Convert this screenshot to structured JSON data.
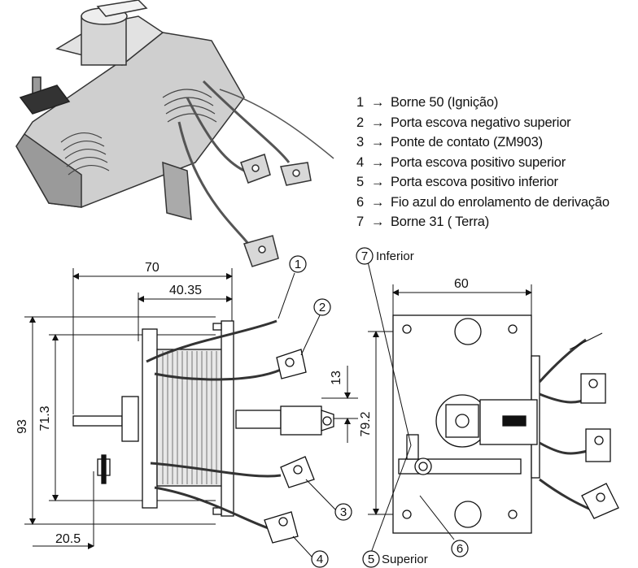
{
  "legend": [
    {
      "num": "1",
      "arrow": "→",
      "text": "Borne 50 (Ignição)"
    },
    {
      "num": "2",
      "arrow": "→",
      "text": "Porta escova negativo superior"
    },
    {
      "num": "3",
      "arrow": "→",
      "text": "Ponte de contato (ZM903)"
    },
    {
      "num": "4",
      "arrow": "→",
      "text": "Porta escova positivo superior"
    },
    {
      "num": "5",
      "arrow": "→",
      "text": "Porta escova positivo inferior"
    },
    {
      "num": "6",
      "arrow": "→",
      "text": "Fio azul do enrolamento de derivação"
    },
    {
      "num": "7",
      "arrow": "→",
      "text": "Borne 31 ( Terra)"
    }
  ],
  "side_view": {
    "dim_length": "70",
    "dim_mount": "40.35",
    "dim_height": "93",
    "dim_hole_spacing": "71.3",
    "dim_offset": "13",
    "dim_terminal": "20.5",
    "callouts": [
      "1",
      "2",
      "3",
      "4"
    ]
  },
  "front_view": {
    "dim_width": "60",
    "dim_hole_spacing": "79.2",
    "label_7": "7",
    "label_7_text": "Inferior",
    "label_5": "5",
    "label_5_text": "Superior",
    "label_6": "6"
  }
}
